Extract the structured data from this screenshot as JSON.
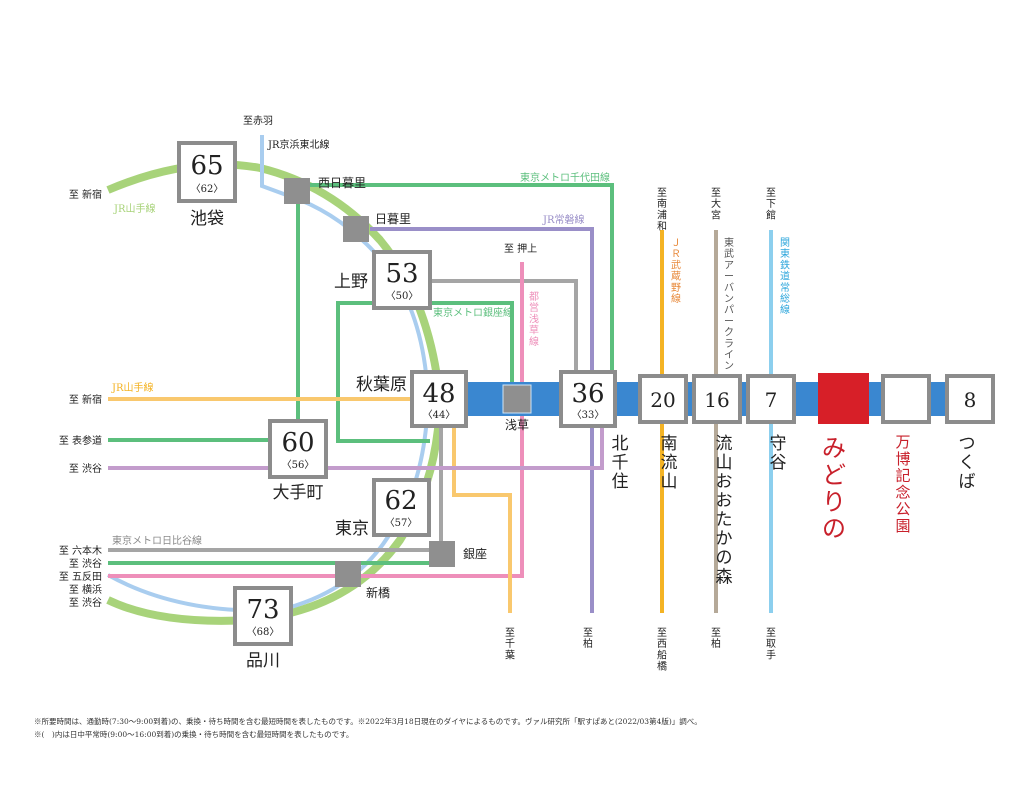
{
  "colors": {
    "yamanote": "#a8d37a",
    "keihin_tohoku": "#a9cdef",
    "chiyoda": "#5cbf7d",
    "joban": "#9a8fc8",
    "ginza": "#9f9fa0",
    "asakusa": "#ee8fba",
    "sobu_orange": "#f9c86e",
    "hanzomon_purple": "#c39ccc",
    "hibiya": "#a5a5a5",
    "musashino": "#f4b324",
    "urban_park": "#b5a998",
    "kanto_joso": "#8ccfee",
    "tsukuba_express": "#3a87d0",
    "station_border": "#8c8c8c",
    "transfer": "#8f8f8f",
    "highlight": "#d71f28",
    "highlight_text": "#c8202b"
  },
  "stations": {
    "ikebukuro": {
      "name": "池袋",
      "time": "65",
      "offpeak": "〈62〉"
    },
    "ueno": {
      "name": "上野",
      "time": "53",
      "offpeak": "〈50〉"
    },
    "akihabara": {
      "name": "秋葉原",
      "time": "48",
      "offpeak": "〈44〉"
    },
    "kitasenju": {
      "name": "北千住",
      "time": "36",
      "offpeak": "〈33〉"
    },
    "otemachi": {
      "name": "大手町",
      "time": "60",
      "offpeak": "〈56〉"
    },
    "tokyo": {
      "name": "東京",
      "time": "62",
      "offpeak": "〈57〉"
    },
    "shinagawa": {
      "name": "品川",
      "time": "73",
      "offpeak": "〈68〉"
    },
    "minaminagareyama": {
      "name": "南流山",
      "time": "20"
    },
    "nagareyama_otakanomori": {
      "name": "流山おおたかの森",
      "time": "16"
    },
    "moriya": {
      "name": "守谷",
      "time": "7"
    },
    "midorino": {
      "name": "みどりの"
    },
    "banpaku": {
      "name": "万博記念公園"
    },
    "tsukuba": {
      "name": "つくば",
      "time": "8"
    }
  },
  "transfers": {
    "nishinippori": "西日暮里",
    "nippori": "日暮里",
    "asakusa": "浅草",
    "ginza": "銀座",
    "shinbashi": "新橋"
  },
  "line_labels": {
    "yamanote_top": "JR山手線",
    "yamanote_left": "JR山手線",
    "keihin_tohoku": "JR京浜東北線",
    "chiyoda": "東京メトロ千代田線",
    "joban": "JR常磐線",
    "ginza": "東京メトロ銀座線",
    "asakusa": "都営浅草線",
    "hibiya": "東京メトロ日比谷線",
    "musashino": "ＪＲ武蔵野線",
    "urban_park": "東武アーバンパークライン",
    "kanto_joso": "関東鉄道常総線"
  },
  "destinations": {
    "shinjuku_top": "至 新宿",
    "akabane": "至赤羽",
    "oshiage": "至 押上",
    "minamiurawa": "至南浦和",
    "omiya": "至大宮",
    "shimodate": "至下館",
    "shinjuku_mid": "至 新宿",
    "omotesando": "至 表参道",
    "shibuya_mid": "至 渋谷",
    "roppongi": "至 六本木",
    "shibuya_low1": "至 渋谷",
    "gotanda": "至 五反田",
    "yokohama": "至 横浜",
    "shibuya_low2": "至 渋谷",
    "chiba": "至千葉",
    "kashiwa1": "至柏",
    "nishifunabashi": "至西船橋",
    "kashiwa2": "至柏",
    "toride": "至取手"
  },
  "notes": [
    "※所要時間は、通勤時(7:30〜9:00到着)の、乗換・待ち時間を含む最短時間を表したものです。※2022年3月18日現在のダイヤによるものです。ヴァル研究所「駅すぱあと(2022/03第4版)」調べ。",
    "※(　)内は日中平常時(9:00〜16:00到着)の乗換・待ち時間を含む最短時間を表したものです。"
  ]
}
